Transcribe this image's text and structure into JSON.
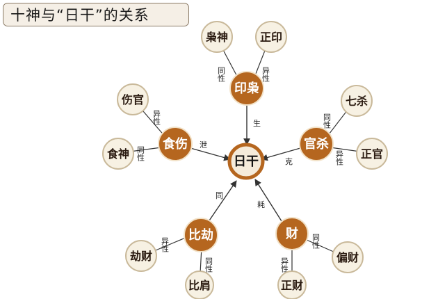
{
  "title": "十神与“日干”的关系",
  "colors": {
    "hub": "#b5661f",
    "center": "#b5661f",
    "leaf_fill": "#f7f1e3",
    "leaf_stroke": "#c9b99a",
    "line": "#333333"
  },
  "center": {
    "label": "日干"
  },
  "hubs": {
    "yinxiao": {
      "label": "印枭",
      "edge_label": "生"
    },
    "guansha": {
      "label": "官杀",
      "edge_label": "克"
    },
    "caicai": {
      "label": "财",
      "edge_label": "耗"
    },
    "bijie": {
      "label": "比劫",
      "edge_label": "同"
    },
    "shishang": {
      "label": "食伤",
      "edge_label": "泄"
    }
  },
  "leaves": {
    "xiaoshen": {
      "label": "枭神",
      "edge_label": "同性"
    },
    "zhengyin": {
      "label": "正印",
      "edge_label": "异性"
    },
    "qisha": {
      "label": "七杀",
      "edge_label": "同性"
    },
    "zhengguan": {
      "label": "正官",
      "edge_label": "异性"
    },
    "piancai": {
      "label": "偏财",
      "edge_label": "同性"
    },
    "zhengcai": {
      "label": "正财",
      "edge_label": "异性"
    },
    "jiecai": {
      "label": "劫财",
      "edge_label": "异性"
    },
    "bijian": {
      "label": "比肩",
      "edge_label": "同性"
    },
    "shangguan": {
      "label": "伤官",
      "edge_label": "异性"
    },
    "shishen": {
      "label": "食神",
      "edge_label": "同性"
    }
  }
}
